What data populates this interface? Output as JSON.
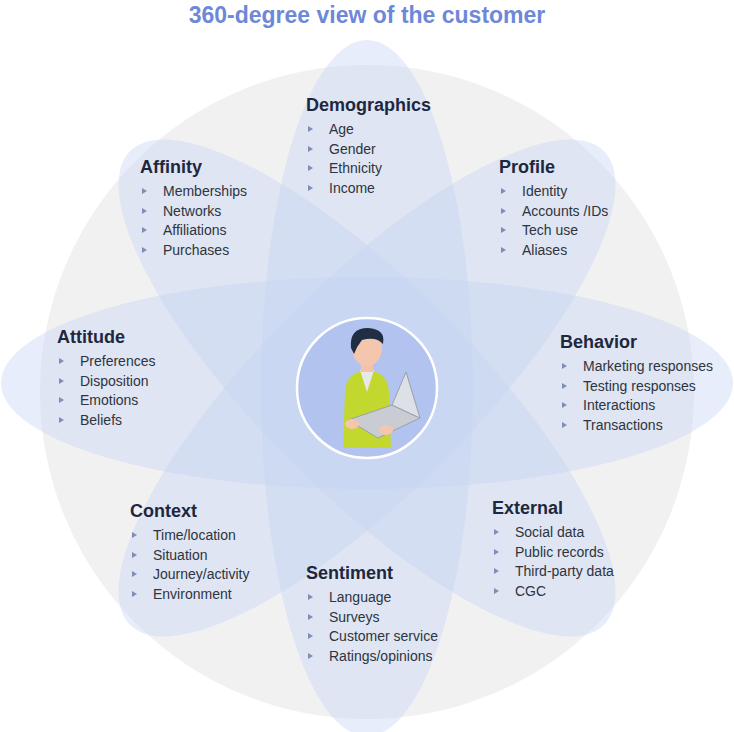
{
  "diagram": {
    "title": "360-degree view of the customer",
    "nodes": [
      {
        "text": [
          "Demographics",
          "Age",
          "Gender",
          "Ethnicity",
          "Income"
        ]
      },
      {
        "text": [
          "Affinity",
          "Memberships",
          "Networks",
          "Affiliations",
          "Purchases"
        ]
      },
      {
        "text": [
          "Profile",
          "Identity",
          "Accounts /IDs",
          "Tech use",
          "Aliases"
        ]
      },
      {
        "text": [
          "Attitude",
          "Preferences",
          "Disposition",
          "Emotions",
          "Beliefs"
        ]
      },
      {
        "text": [
          "Behavior",
          "Marketing responses",
          "Testing responses",
          "Interactions",
          "Transactions"
        ]
      },
      {
        "text": [
          "Context",
          "Time/location",
          "Situation",
          "Journey/activity",
          "Environment"
        ]
      },
      {
        "text": [
          "External",
          "Social data",
          "Public records",
          "Third-party data",
          "CGC"
        ]
      },
      {
        "text": [
          "Sentiment",
          "Language",
          "Surveys",
          "Customer service",
          "Ratings/opinions"
        ]
      }
    ]
  }
}
